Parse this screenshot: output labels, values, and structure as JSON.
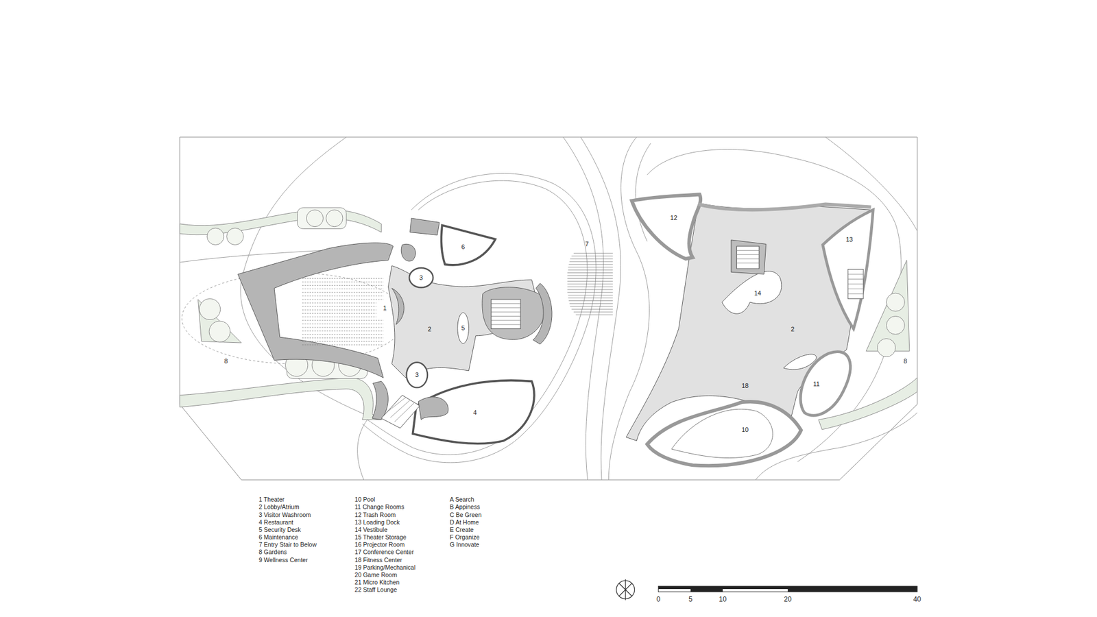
{
  "diagram": {
    "labels": [
      "1",
      "2",
      "3",
      "3",
      "4",
      "5",
      "6",
      "7",
      "8",
      "12",
      "13",
      "14",
      "2",
      "18",
      "11",
      "10",
      "8",
      "1 Theater",
      "2 Lobby/Atrium",
      "3 Visitor Washroom",
      "4 Restaurant",
      "5 Security Desk",
      "6 Maintenance",
      "7 Entry Stair to Below",
      "8 Gardens",
      "9 Wellness Center",
      "10 Pool",
      "11 Change Rooms",
      "12 Trash Room",
      "13 Loading Dock",
      "14 Vestibule",
      "15 Theater Storage",
      "16 Projector Room",
      "17 Conference Center",
      "18 Fitness Center",
      "19 Parking/Mechanical",
      "20 Game Room",
      "21 Micro Kitchen",
      "22 Staff Lounge",
      "A Search",
      "B Appiness",
      "C Be Green",
      "D At Home",
      "E Create",
      "F Organize",
      "G Innovate",
      "0",
      "5",
      "10",
      "20",
      "40"
    ]
  }
}
